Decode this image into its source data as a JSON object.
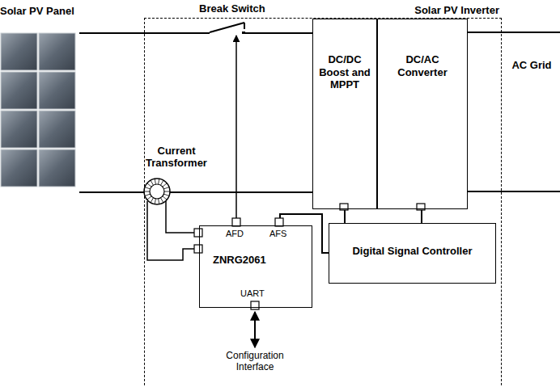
{
  "diagram": {
    "nodes": [
      {
        "text": [
          "Solar PV Panel"
        ]
      },
      {
        "text": [
          "Solar PV Inverter"
        ]
      },
      {
        "text": [
          "DC/DC Boost and MPPT"
        ],
        "in": 1
      },
      {
        "text": [
          "DC/AC Converter"
        ],
        "in": 1
      },
      {
        "text": [
          "ZNRG2061"
        ],
        "in": 1
      },
      {
        "text": [
          "Digital Signal Controller"
        ],
        "in": 1
      }
    ],
    "edges": [
      {
        "from": 0,
        "to": 2,
        "arrow": "none"
      },
      {
        "from": 0,
        "to": 2,
        "arrow": "none"
      },
      {
        "from": 2,
        "to": 5,
        "arrow": "none"
      },
      {
        "from": 3,
        "to": 5,
        "arrow": "none"
      },
      {
        "from": 4,
        "to": 5,
        "arrow": "none"
      }
    ],
    "labels": [
      "Break Switch",
      "Current Transformer",
      "AFD",
      "AFS",
      "UART",
      "Configuration Interface",
      "AC Grid"
    ]
  }
}
